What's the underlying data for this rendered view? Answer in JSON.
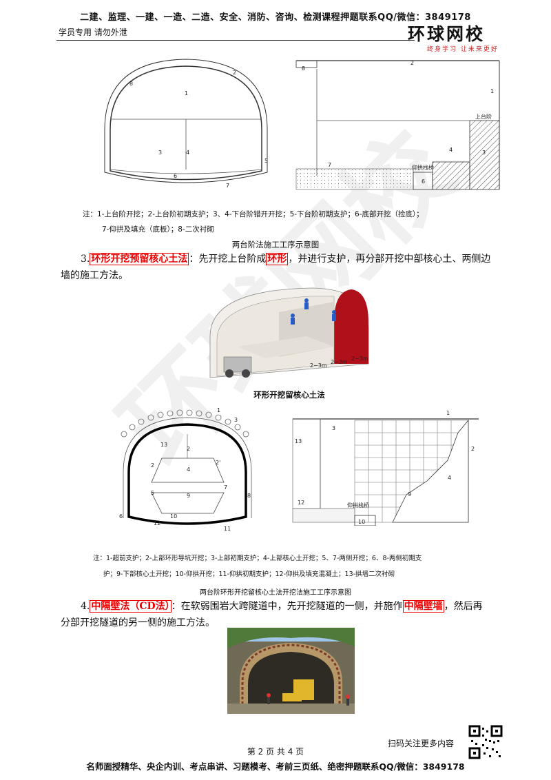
{
  "header": {
    "banner": "二建、监理、一建、一造、二造、安全、消防、咨询、检测课程押题联系QQ/微信：3849178",
    "student_note": "学员专用 请勿外泄",
    "logo_text": "环球网校",
    "slogan": "终身学习 让未来更好"
  },
  "figure1": {
    "labels_left": [
      "8",
      "2",
      "1",
      "3",
      "4",
      "5",
      "6",
      "7"
    ],
    "labels_right": [
      "8",
      "2",
      "1",
      "上台阶",
      "4",
      "3",
      "7",
      "仰拱栈桥",
      "6"
    ],
    "note_line1": "注：1-上台阶开挖；2-上台阶初期支护；3、4-下台阶错开开挖；5-下台阶初期支护；6-底部开挖（捡底）；",
    "note_line2": "7-仰拱及填充（底板）；8-二次衬砌",
    "caption": "两台阶法施工工序示意图"
  },
  "section3": {
    "number": "3.",
    "term": "环形开挖预留核心土法",
    "text_a": "：先开挖上台阶成",
    "highlight": "环形",
    "text_b": "，并进行支护，再分部开挖中部核心土、两侧边",
    "text_c": "墙的施工方法。",
    "photo_caption": "环形开挖留核心土法",
    "photo_marks": [
      "2~3m",
      "2~3m",
      "2~3m"
    ]
  },
  "figure2": {
    "labels_left": [
      "1",
      "3",
      "13",
      "2",
      "2'",
      "4",
      "2",
      "5",
      "7",
      "9",
      "8",
      "6",
      "10",
      "12",
      "11"
    ],
    "labels_right": [
      "1",
      "13",
      "3",
      "2",
      "4",
      "9",
      "12",
      "仰拱栈桥",
      "10"
    ],
    "note_line1": "注：1-超前支护；2-上部环形导坑开挖；3-上部初期支护；4-上部核心土开挖；5、7-两侧开挖；6、8-两侧初期支",
    "note_line2": "护；9-下部核心土开挖；10-仰拱开挖；11-仰拱初期支护；12-仰拱及填充混凝土；13-拱墙二次衬砌",
    "caption": "两台阶环形开挖留核心土法开挖法施工工序示意图"
  },
  "section4": {
    "number": "4.",
    "term": "中隔壁法（CD法）",
    "text_a": "：在软弱围岩大跨隧道中，先开挖隧道的一侧，并施作",
    "highlight": "中隔壁墙",
    "text_b": "，然后再",
    "text_c": "分部开挖隧道的另一侧的施工方法。"
  },
  "footer": {
    "qr_note": "扫码关注更多内容",
    "page_no": "第 2 页 共 4 页",
    "banner": "名师面授精华、央企内训、考点串讲、习题模考、考前三页纸、绝密押题联系QQ/微信：3849178"
  },
  "watermark": "环球网校",
  "colors": {
    "red": "#e00000",
    "lining_red": "#b0101a",
    "photo_sky": "#9fc6e6"
  }
}
